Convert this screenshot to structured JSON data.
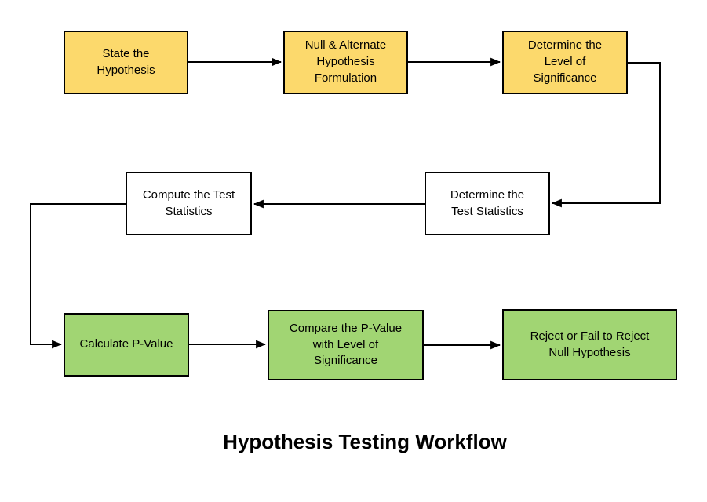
{
  "title": "Hypothesis Testing Workflow",
  "colors": {
    "yellow": "#FCD96C",
    "green": "#A1D573",
    "white": "#FFFFFF",
    "line": "#000000"
  },
  "nodes": [
    {
      "id": "state-hypothesis",
      "label": "State the\nHypothesis",
      "color": "yellow"
    },
    {
      "id": "null-alternate-hypothesis",
      "label": "Null & Alternate\nHypothesis\nFormulation",
      "color": "yellow"
    },
    {
      "id": "level-of-significance",
      "label": "Determine the\nLevel of\nSignificance",
      "color": "yellow"
    },
    {
      "id": "compute-test-statistics",
      "label": "Compute the Test\nStatistics",
      "color": "white"
    },
    {
      "id": "determine-test-statistics",
      "label": "Determine the\nTest Statistics",
      "color": "white"
    },
    {
      "id": "calculate-p-value",
      "label": "Calculate P-Value",
      "color": "green"
    },
    {
      "id": "compare-p-value",
      "label": "Compare the P-Value\nwith Level of\nSignificance",
      "color": "green"
    },
    {
      "id": "reject-or-fail-to-reject",
      "label": "Reject or Fail to Reject\nNull Hypothesis",
      "color": "green"
    }
  ],
  "edges": [
    {
      "from": "state-hypothesis",
      "to": "null-alternate-hypothesis"
    },
    {
      "from": "null-alternate-hypothesis",
      "to": "level-of-significance"
    },
    {
      "from": "level-of-significance",
      "to": "determine-test-statistics"
    },
    {
      "from": "determine-test-statistics",
      "to": "compute-test-statistics"
    },
    {
      "from": "compute-test-statistics",
      "to": "calculate-p-value"
    },
    {
      "from": "calculate-p-value",
      "to": "compare-p-value"
    },
    {
      "from": "compare-p-value",
      "to": "reject-or-fail-to-reject"
    }
  ]
}
